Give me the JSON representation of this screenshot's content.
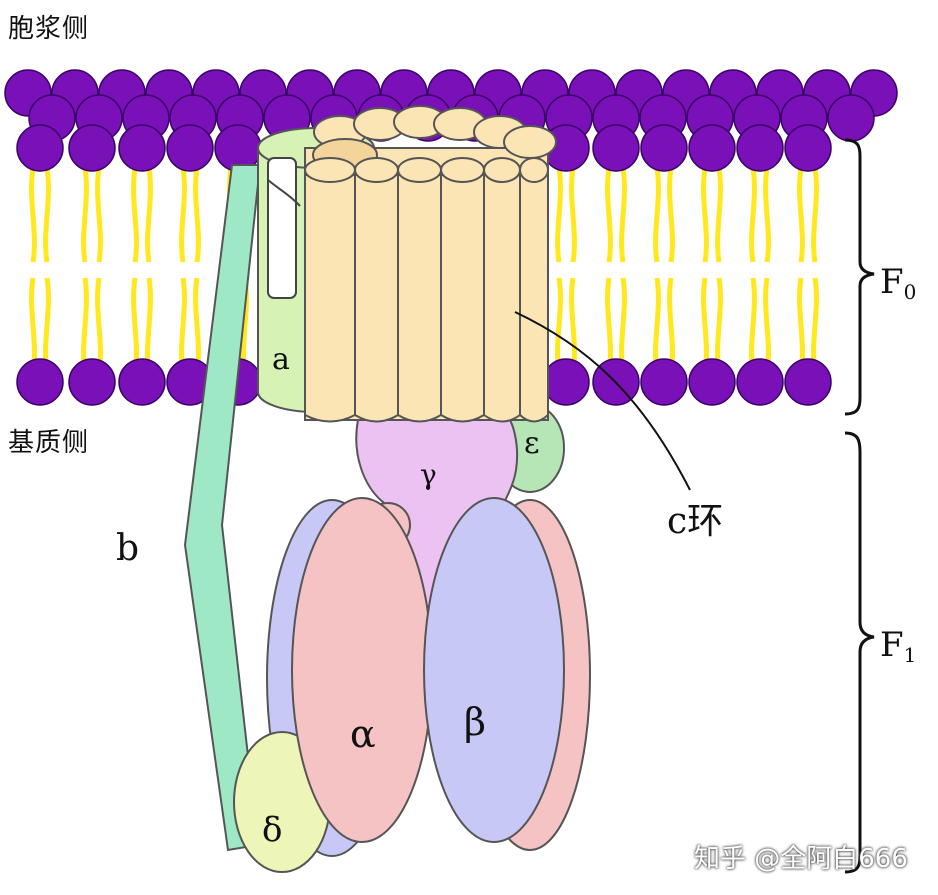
{
  "labels": {
    "cytoplasm_side": "胞浆侧",
    "matrix_side": "基质侧",
    "f0": {
      "main": "F",
      "sub": "0"
    },
    "f1": {
      "main": "F",
      "sub": "1"
    },
    "c_ring": "c环",
    "subunit_a": "a",
    "subunit_b": "b",
    "gamma": "γ",
    "epsilon": "ε",
    "alpha": "α",
    "beta": "β",
    "delta": "δ"
  },
  "watermark": "知乎 @全阿白666",
  "colors": {
    "lipid_head": "#7a10b8",
    "lipid_tail": "#ffe81e",
    "subunit_a": "#d6f2b4",
    "c_ring": "#fbe5b4",
    "stalk_b": "#9ee8c6",
    "gamma": "#ecc2f2",
    "epsilon": "#b6e6b6",
    "alpha": "#f5c3c3",
    "beta": "#c8c8f6",
    "delta": "#eef5b8"
  }
}
